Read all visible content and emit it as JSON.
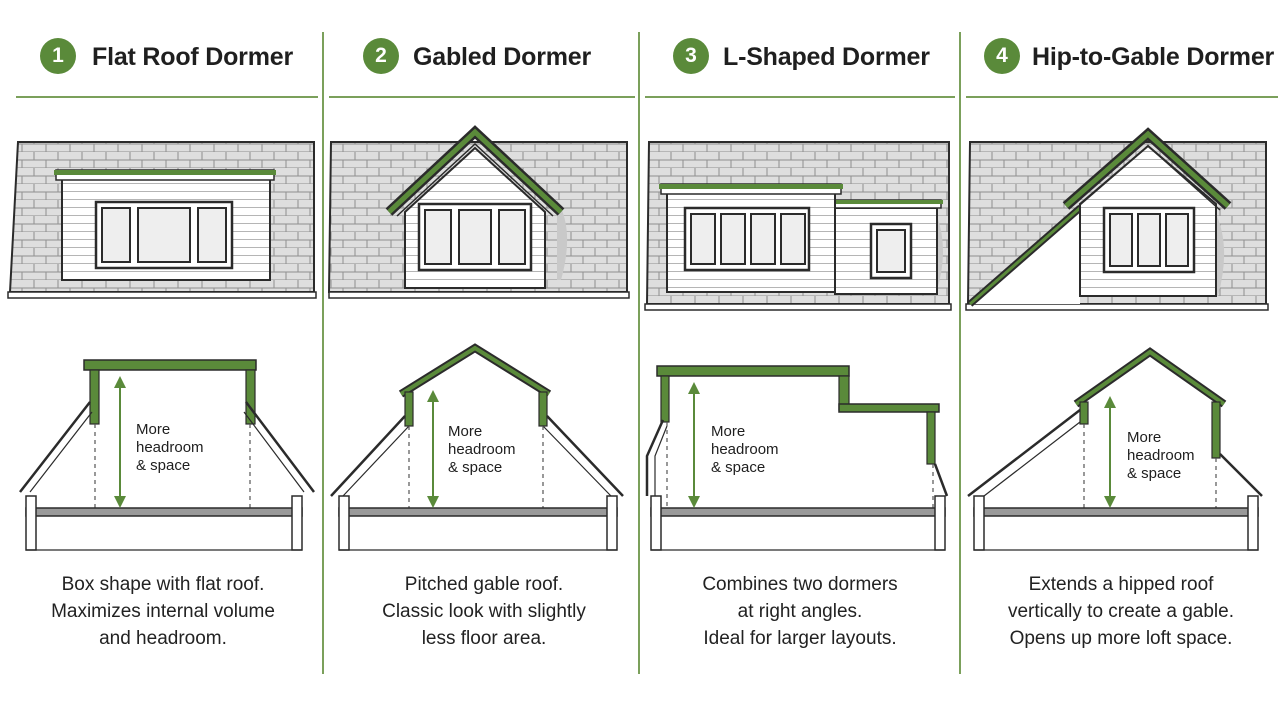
{
  "colors": {
    "accent": "#5a8a3a",
    "outline": "#2b2b2b",
    "separator": "#7ba05b"
  },
  "panels": [
    {
      "number": "1",
      "title": "Flat Roof Dormer",
      "label_lines": [
        "More",
        "headroom",
        "& space"
      ],
      "description": [
        "Box shape with flat roof.",
        "Maximizes internal volume",
        "and headroom."
      ]
    },
    {
      "number": "2",
      "title": "Gabled Dormer",
      "label_lines": [
        "More",
        "headroom",
        "& space"
      ],
      "description": [
        "Pitched gable roof.",
        "Classic look with slightly",
        "less floor area."
      ]
    },
    {
      "number": "3",
      "title": "L-Shaped Dormer",
      "label_lines": [
        "More",
        "headroom",
        "& space"
      ],
      "description": [
        "Combines two dormers",
        "at right angles.",
        "Ideal for larger layouts."
      ]
    },
    {
      "number": "4",
      "title": "Hip-to-Gable Dormer",
      "label_lines": [
        "More",
        "headroom",
        "& space"
      ],
      "description": [
        "Extends a hipped roof",
        "vertically to create a gable.",
        "Opens up more loft space."
      ]
    }
  ]
}
